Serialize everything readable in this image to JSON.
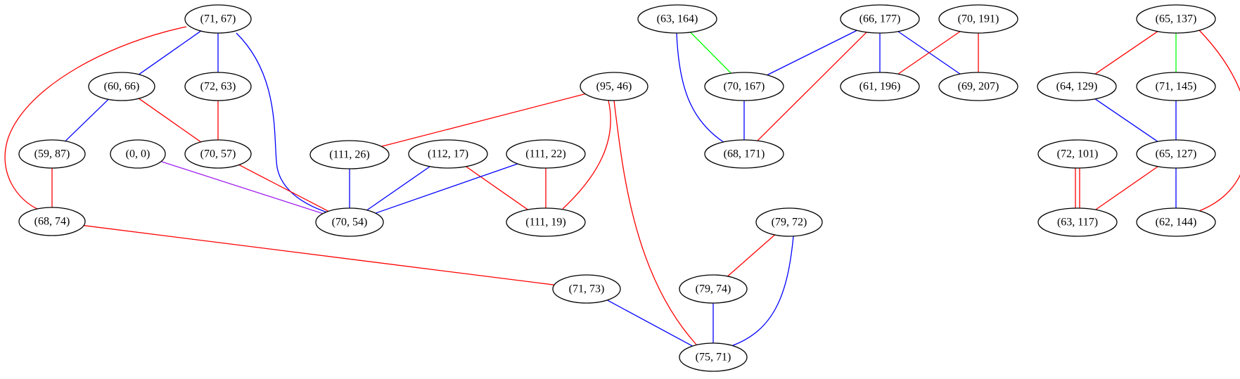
{
  "colors": {
    "red": "#ff0000",
    "blue": "#0000ff",
    "green": "#00ff00",
    "purple": "#a020f0",
    "black": "#000000",
    "background": "#ffffff"
  },
  "graph": {
    "nodes": [
      {
        "id": "n_71_67",
        "label": "(71, 67)"
      },
      {
        "id": "n_60_66",
        "label": "(60, 66)"
      },
      {
        "id": "n_72_63",
        "label": "(72, 63)"
      },
      {
        "id": "n_59_87",
        "label": "(59, 87)"
      },
      {
        "id": "n_0_0",
        "label": "(0, 0)"
      },
      {
        "id": "n_70_57",
        "label": "(70, 57)"
      },
      {
        "id": "n_68_74",
        "label": "(68, 74)"
      },
      {
        "id": "n_70_54",
        "label": "(70, 54)"
      },
      {
        "id": "n_111_26",
        "label": "(111, 26)"
      },
      {
        "id": "n_112_17",
        "label": "(112, 17)"
      },
      {
        "id": "n_111_22",
        "label": "(111, 22)"
      },
      {
        "id": "n_111_19",
        "label": "(111, 19)"
      },
      {
        "id": "n_95_46",
        "label": "(95, 46)"
      },
      {
        "id": "n_71_73",
        "label": "(71, 73)"
      },
      {
        "id": "n_63_164",
        "label": "(63, 164)"
      },
      {
        "id": "n_70_167",
        "label": "(70, 167)"
      },
      {
        "id": "n_68_171",
        "label": "(68, 171)"
      },
      {
        "id": "n_66_177",
        "label": "(66, 177)"
      },
      {
        "id": "n_70_191",
        "label": "(70, 191)"
      },
      {
        "id": "n_61_196",
        "label": "(61, 196)"
      },
      {
        "id": "n_69_207",
        "label": "(69, 207)"
      },
      {
        "id": "n_79_72",
        "label": "(79, 72)"
      },
      {
        "id": "n_79_74",
        "label": "(79, 74)"
      },
      {
        "id": "n_75_71",
        "label": "(75, 71)"
      },
      {
        "id": "n_65_137",
        "label": "(65, 137)"
      },
      {
        "id": "n_64_129",
        "label": "(64, 129)"
      },
      {
        "id": "n_71_145",
        "label": "(71, 145)"
      },
      {
        "id": "n_72_101",
        "label": "(72, 101)"
      },
      {
        "id": "n_65_127",
        "label": "(65, 127)"
      },
      {
        "id": "n_63_117",
        "label": "(63, 117)"
      },
      {
        "id": "n_62_144",
        "label": "(62, 144)"
      }
    ],
    "edges": [
      {
        "from": "n_71_67",
        "to": "n_60_66",
        "color": "blue"
      },
      {
        "from": "n_71_67",
        "to": "n_72_63",
        "color": "blue"
      },
      {
        "from": "n_71_67",
        "to": "n_70_54",
        "color": "blue"
      },
      {
        "from": "n_71_67",
        "to": "n_68_74",
        "color": "red"
      },
      {
        "from": "n_60_66",
        "to": "n_59_87",
        "color": "blue"
      },
      {
        "from": "n_60_66",
        "to": "n_70_57",
        "color": "red"
      },
      {
        "from": "n_72_63",
        "to": "n_70_57",
        "color": "red"
      },
      {
        "from": "n_59_87",
        "to": "n_68_74",
        "color": "red"
      },
      {
        "from": "n_0_0",
        "to": "n_70_54",
        "color": "purple"
      },
      {
        "from": "n_70_57",
        "to": "n_70_54",
        "color": "red"
      },
      {
        "from": "n_68_74",
        "to": "n_71_73",
        "color": "red"
      },
      {
        "from": "n_95_46",
        "to": "n_111_26",
        "color": "red"
      },
      {
        "from": "n_95_46",
        "to": "n_111_19",
        "color": "red"
      },
      {
        "from": "n_95_46",
        "to": "n_75_71",
        "color": "red"
      },
      {
        "from": "n_111_26",
        "to": "n_70_54",
        "color": "blue"
      },
      {
        "from": "n_112_17",
        "to": "n_70_54",
        "color": "blue"
      },
      {
        "from": "n_112_17",
        "to": "n_111_19",
        "color": "red"
      },
      {
        "from": "n_111_22",
        "to": "n_70_54",
        "color": "blue"
      },
      {
        "from": "n_111_22",
        "to": "n_111_19",
        "color": "red"
      },
      {
        "from": "n_71_73",
        "to": "n_75_71",
        "color": "blue"
      },
      {
        "from": "n_63_164",
        "to": "n_70_167",
        "color": "green"
      },
      {
        "from": "n_63_164",
        "to": "n_68_171",
        "color": "blue"
      },
      {
        "from": "n_70_167",
        "to": "n_68_171",
        "color": "blue"
      },
      {
        "from": "n_66_177",
        "to": "n_70_167",
        "color": "blue"
      },
      {
        "from": "n_66_177",
        "to": "n_68_171",
        "color": "red"
      },
      {
        "from": "n_66_177",
        "to": "n_61_196",
        "color": "blue"
      },
      {
        "from": "n_66_177",
        "to": "n_69_207",
        "color": "blue"
      },
      {
        "from": "n_70_191",
        "to": "n_61_196",
        "color": "red"
      },
      {
        "from": "n_70_191",
        "to": "n_69_207",
        "color": "red"
      },
      {
        "from": "n_79_72",
        "to": "n_79_74",
        "color": "red"
      },
      {
        "from": "n_79_72",
        "to": "n_75_71",
        "color": "blue"
      },
      {
        "from": "n_79_74",
        "to": "n_75_71",
        "color": "blue"
      },
      {
        "from": "n_65_137",
        "to": "n_64_129",
        "color": "red"
      },
      {
        "from": "n_65_137",
        "to": "n_71_145",
        "color": "green"
      },
      {
        "from": "n_65_137",
        "to": "n_62_144",
        "color": "red"
      },
      {
        "from": "n_64_129",
        "to": "n_65_127",
        "color": "blue"
      },
      {
        "from": "n_71_145",
        "to": "n_65_127",
        "color": "blue"
      },
      {
        "from": "n_65_127",
        "to": "n_63_117",
        "color": "red"
      },
      {
        "from": "n_65_127",
        "to": "n_62_144",
        "color": "blue"
      },
      {
        "from": "n_72_101",
        "to": "n_63_117",
        "color": "red"
      },
      {
        "from": "n_72_101",
        "to": "n_63_117",
        "color": "red"
      }
    ]
  }
}
